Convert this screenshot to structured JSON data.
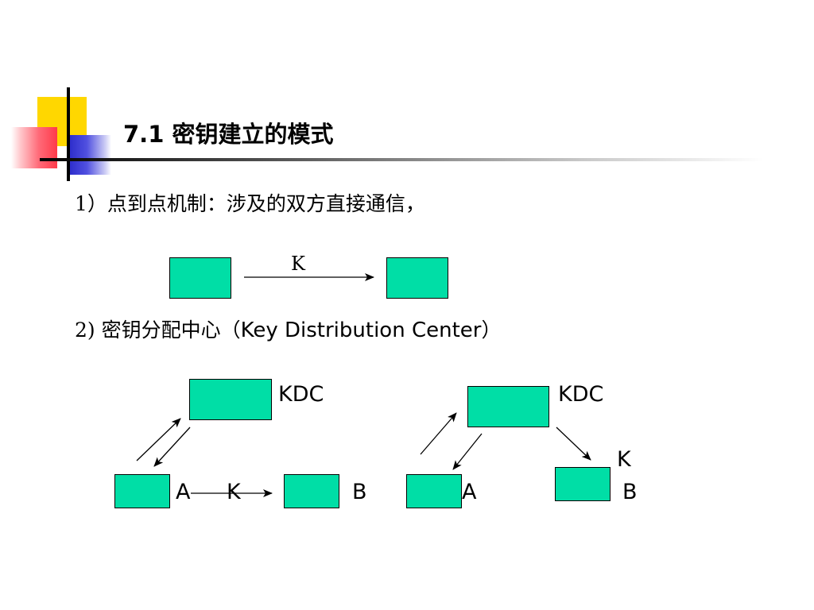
{
  "slide": {
    "title": "7.1 密钥建立的模式",
    "colors": {
      "box_fill": "#00dea6",
      "deco_yellow": "#ffd700",
      "deco_red": "#ff3a4a",
      "deco_blue": "#3232d2"
    }
  },
  "section1": {
    "text": "1）点到点机制：涉及的双方直接通信，",
    "arrow_label": "K"
  },
  "section2": {
    "prefix": "2) 密钥分配中心（",
    "english": "Key Distribution Center",
    "suffix": "）"
  },
  "diagram_left": {
    "kdc_label": "KDC",
    "a_label": "A",
    "k_label": "K",
    "b_label": "B"
  },
  "diagram_right": {
    "kdc_label": "KDC",
    "k_label": "K",
    "a_label": "A",
    "b_label": "B"
  }
}
